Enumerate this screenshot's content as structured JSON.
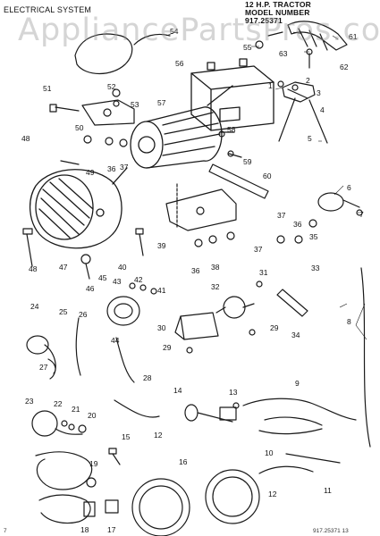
{
  "header": {
    "section_title": "ELECTRICAL SYSTEM",
    "tractor_line1": "12 H.P. TRACTOR",
    "tractor_line2": "MODEL NUMBER",
    "tractor_line3": "917.25371"
  },
  "watermark": "AppliancePartsPros.com",
  "footer": {
    "page_mark": "7",
    "drawing_code": "917.25371  13"
  },
  "callouts": [
    "1",
    "2",
    "3",
    "4",
    "5",
    "6",
    "7",
    "8",
    "9",
    "10",
    "11",
    "12",
    "13",
    "14",
    "15",
    "16",
    "17",
    "18",
    "19",
    "20",
    "21",
    "22",
    "23",
    "24",
    "25",
    "26",
    "27",
    "28",
    "29",
    "30",
    "31",
    "32",
    "33",
    "34",
    "35",
    "36",
    "37",
    "38",
    "39",
    "40",
    "41",
    "42",
    "43",
    "44",
    "45",
    "46",
    "47",
    "48",
    "49",
    "50",
    "51",
    "52",
    "53",
    "54",
    "55",
    "56",
    "57",
    "58",
    "59",
    "60",
    "61",
    "62",
    "63"
  ],
  "icons": {
    "battery": "battery-icon",
    "alternator": "alternator-icon",
    "headlight": "headlight-icon",
    "solenoid": "solenoid-icon",
    "regulator": "voltage-regulator-icon"
  },
  "colors": {
    "line": "#1a1a1a",
    "watermark": "#969696"
  }
}
